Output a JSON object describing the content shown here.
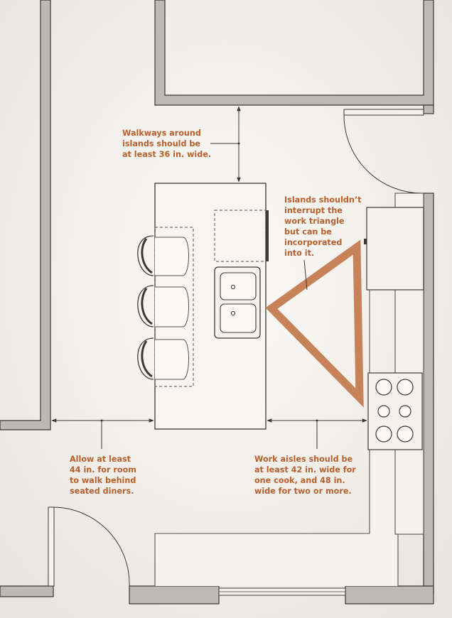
{
  "colors": {
    "annotation": "#b8602e",
    "triangle": "#c8825a",
    "wall": "#bdbab4",
    "wall_outline": "#3a3936",
    "floor": "#f1efe9",
    "fixture_fill": "#f4f2ee",
    "line": "#555350"
  },
  "annotations": {
    "walkways": "Walkways around\nislands should be\nat least 36 in. wide.",
    "islands": "Islands shouldn’t\ninterrupt the\nwork triangle\nbut can be\nincorporated\ninto it.",
    "allow": "Allow at least\n44 in. for room\nto walk behind\nseated diners.",
    "work_aisles": "Work aisles should be\nat least 42 in. wide for\none cook, and 48 in.\nwide for two or more."
  },
  "icons": {
    "bar_stools": "bar-stool-icon",
    "sink": "double-sink-icon",
    "cooktop": "cooktop-icon",
    "doors": "door-swing-icon"
  }
}
